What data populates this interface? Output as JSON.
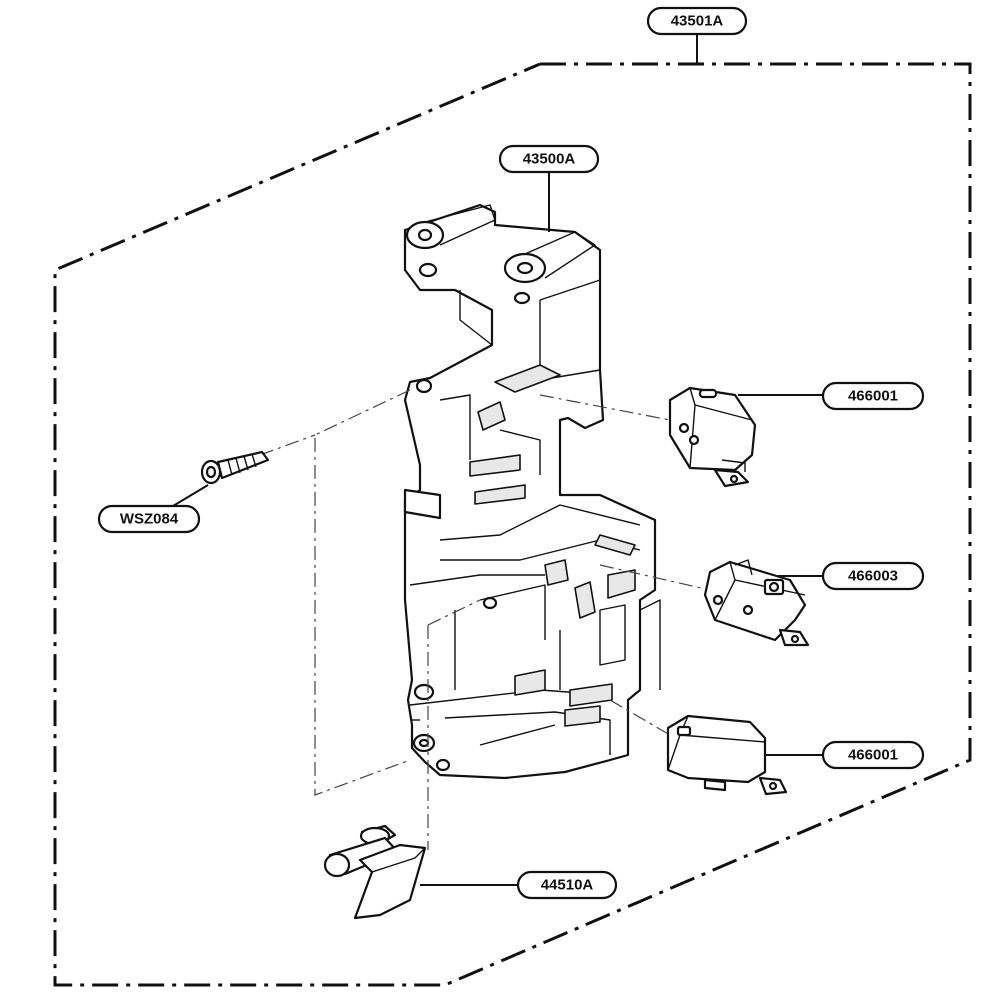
{
  "callouts": {
    "assembly": "43501A",
    "frame": "43500A",
    "switch_top": "466001",
    "switch_middle": "466003",
    "switch_bottom": "466001",
    "screw": "WSZ084",
    "lever": "44510A"
  },
  "icons": [
    "screw-icon",
    "micro-switch-icon",
    "lever-icon"
  ]
}
